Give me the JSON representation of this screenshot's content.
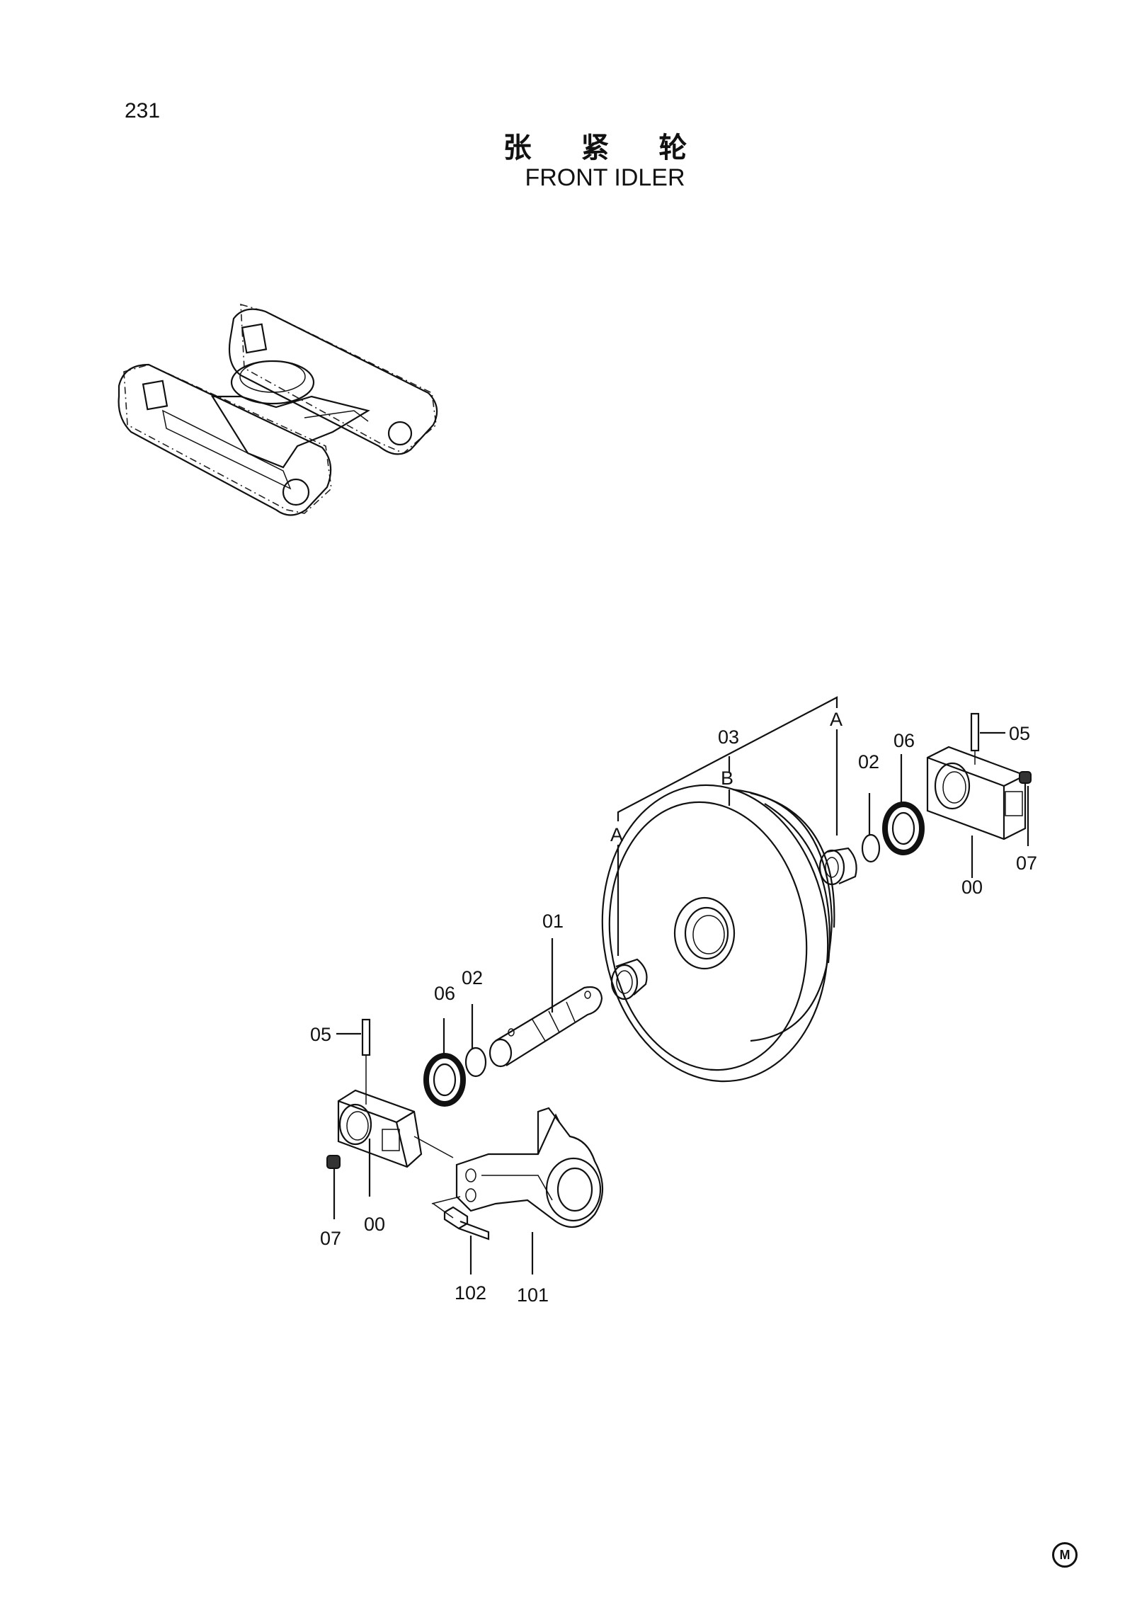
{
  "page_number": "231",
  "title_cn": "张 紧 轮",
  "title_en": "FRONT IDLER",
  "corner_mark": "M",
  "callouts": {
    "c03": "03",
    "cB": "B",
    "cA_top": "A",
    "cA_left": "A",
    "c02_right": "02",
    "c06_right": "06",
    "c05_right": "05",
    "c07_right": "07",
    "c00_right": "00",
    "c01": "01",
    "c02_left": "02",
    "c06_left": "06",
    "c05_left": "05",
    "c07_left": "07",
    "c00_left": "00",
    "c102": "102",
    "c101": "101"
  }
}
